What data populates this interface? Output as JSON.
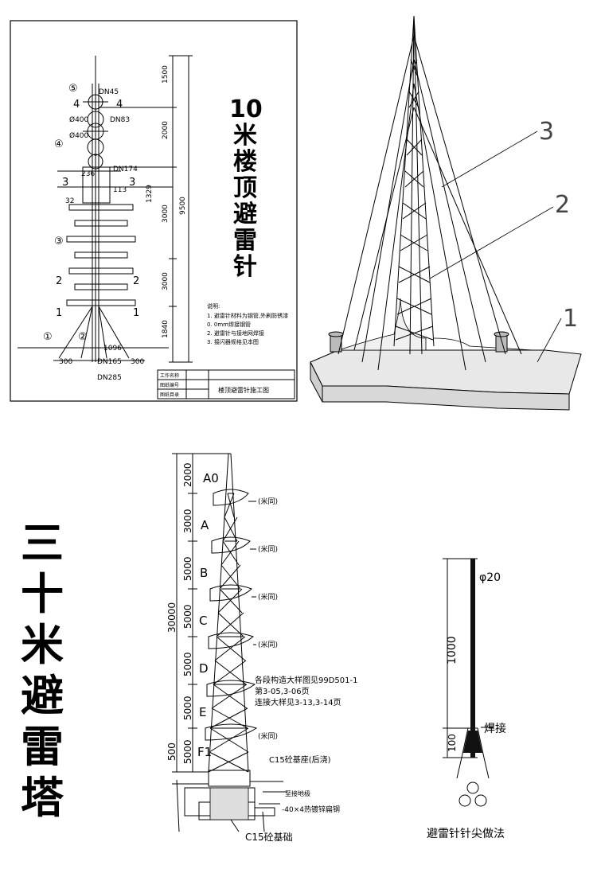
{
  "roof_drawing": {
    "title_chars": [
      "10",
      "米",
      "楼",
      "顶",
      "避",
      "雷",
      "针"
    ],
    "callouts": [
      "①",
      "②",
      "③",
      "④",
      "⑤"
    ],
    "zone_labels": [
      "1",
      "2",
      "3",
      "4"
    ],
    "pipe_labels": [
      "DN45",
      "DN83",
      "DN174",
      "DN165",
      "DN285"
    ],
    "dims": [
      "1500",
      "2000",
      "3000",
      "9500",
      "3000",
      "1840",
      "1096",
      "300",
      "300",
      "236",
      "32",
      "113",
      "1329",
      "Ø400",
      "Ø400"
    ],
    "notes_heading": "说明:",
    "notes": [
      "1. 避雷针材料为钢管,外刷防锈漆",
      "0. 0mm焊接钢管",
      "2. 避雷针与接地网焊接",
      "3. 接闪器规格见本图"
    ],
    "title_block": [
      "工作名称",
      "图纸编号",
      "图纸目录",
      "楼顶避雷针施工图"
    ]
  },
  "iso_view": {
    "labels": [
      "3",
      "2",
      "1"
    ]
  },
  "tower30": {
    "title_chars": [
      "三",
      "十",
      "米",
      "避",
      "雷",
      "塔"
    ],
    "sections": [
      "A0",
      "A",
      "B",
      "C",
      "D",
      "E",
      "F1"
    ],
    "section_dims": [
      "2000",
      "3000",
      "5000",
      "5000",
      "5000",
      "5000",
      "5000"
    ],
    "total_height": "30000",
    "base_height": "500",
    "joint_label": "(米同)",
    "notes": [
      "各段构造大样图见99D501-1",
      "第3-05,3-06页",
      "连接大样见3-13,3-14页"
    ],
    "cap_label": "C15砼基座(后浇)",
    "earth_label": "至接地极",
    "flat_steel_label": "-40×4热镀锌扁钢",
    "foundation_label": "C15砼基础"
  },
  "tip_detail": {
    "rod_label": "φ20",
    "len_label": "1000",
    "weld_label": "焊接",
    "small_len": "100",
    "caption": "避雷针针尖做法"
  }
}
